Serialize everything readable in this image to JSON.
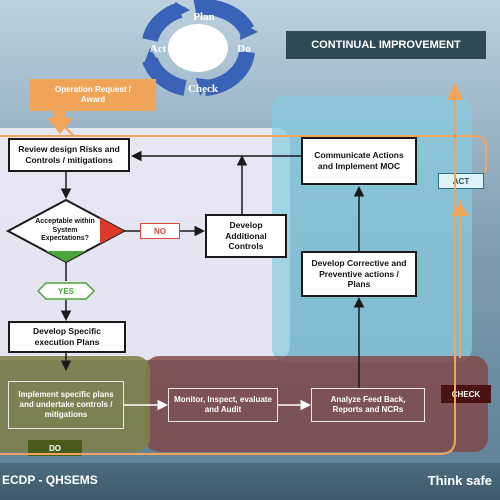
{
  "cycle": {
    "plan": "Plan",
    "do": "Do",
    "check": "Check",
    "act": "Act"
  },
  "title": "CONTINUAL IMPROVEMENT",
  "operation_request": "Operation Request / Award",
  "nodes": {
    "review": "Review design Risks and Controls / mitigations",
    "decision": "Acceptable within System Expectations?",
    "develop_controls": "Develop Additional Controls",
    "develop_plans": "Develop Specific execution Plans",
    "implement": "Implement specific plans and undertake controls / mitigations",
    "monitor": "Monitor, Inspect, evaluate and Audit",
    "analyze": "Analyze Feed Back, Reports and NCRs",
    "corrective": "Develop Corrective and Preventive actions / Plans",
    "communicate": "Communicate Actions and Implement MOC"
  },
  "labels": {
    "yes": "YES",
    "no": "NO",
    "do": "DO",
    "check": "CHECK",
    "act": "ACT"
  },
  "footer": {
    "left": "ECDP - QHSEMS",
    "right": "Think safe"
  },
  "colors": {
    "do_zone": "#8a8c4c",
    "check_zone": "#8a4545",
    "act_zone": "#86cbe0",
    "plan_zone": "#ece8f2",
    "orange": "#f2a45a",
    "title_bar": "#2e4a56"
  }
}
